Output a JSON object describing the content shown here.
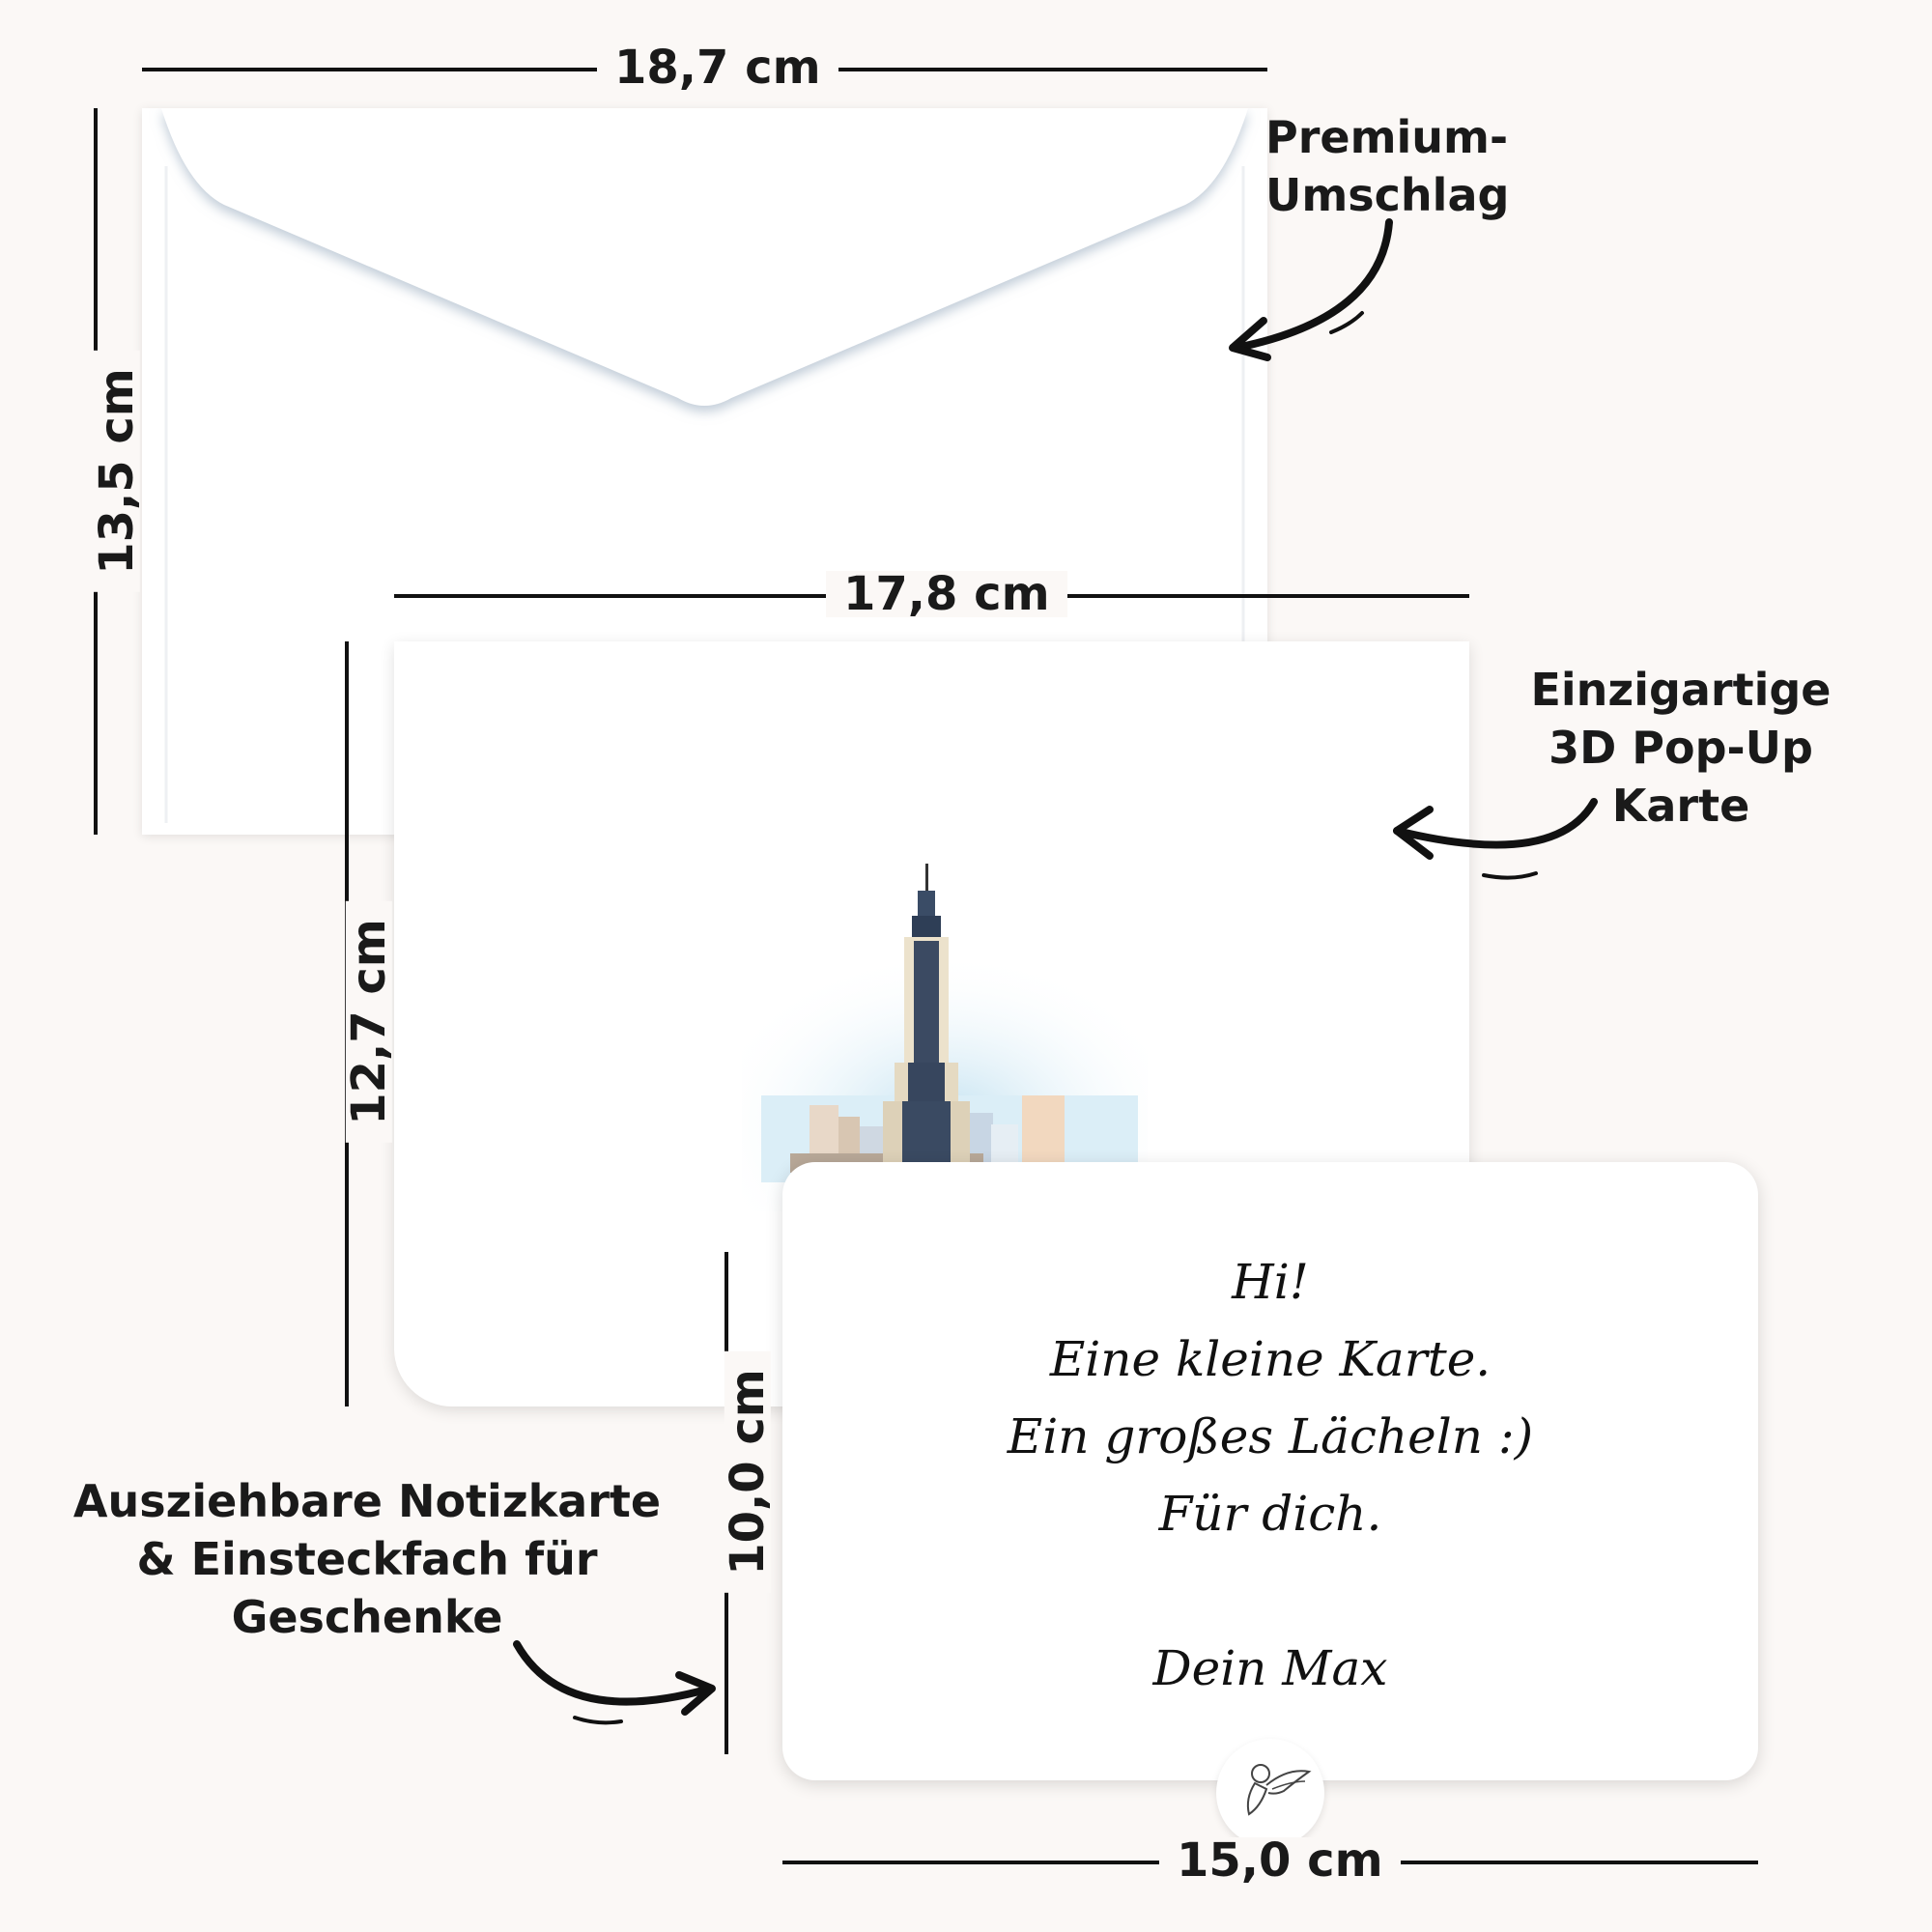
{
  "dimensions": {
    "envelope_width": "18,7 cm",
    "envelope_height": "13,5 cm",
    "card_width": "17,8 cm",
    "card_height": "12,7 cm",
    "note_height": "10,0 cm",
    "note_width": "15,0 cm"
  },
  "callouts": {
    "envelope": [
      "Premium-",
      "Umschlag"
    ],
    "popup_card": [
      "Einzigartige",
      "3D Pop-Up",
      "Karte"
    ],
    "note_card": [
      "Ausziehbare Notizkarte",
      "& Einsteckfach für",
      "Geschenke"
    ]
  },
  "note_text": {
    "line1": "Hi!",
    "line2": "Eine kleine Karte.",
    "line3": "Ein großes Lächeln :)",
    "line4": "Für dich.",
    "signature": "Dein Max"
  },
  "icons": [
    "arrow-icon",
    "angel-icon",
    "skyscraper-illustration"
  ]
}
